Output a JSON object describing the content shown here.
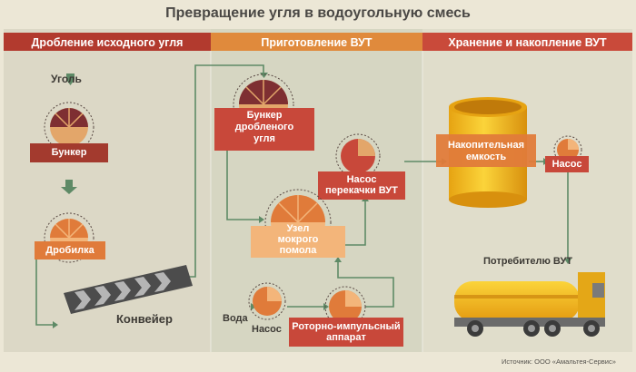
{
  "title": "Превращение угля в водоугольную смесь",
  "sections": [
    {
      "label": "Дробление исходного угля",
      "color": "#b23a2e"
    },
    {
      "label": "Приготовление ВУТ",
      "color": "#e08a3c"
    },
    {
      "label": "Хранение и накопление ВУТ",
      "color": "#c94a3a"
    }
  ],
  "nodes": {
    "coal": "Уголь",
    "bunker": "Бункер",
    "crusher": "Дробилка",
    "conveyor": "Конвейер",
    "crushed_bunker": [
      "Бункер",
      "дробленого",
      "угля"
    ],
    "pump_transfer": [
      "Насос",
      "перекачки ВУТ"
    ],
    "wet_grinding": [
      "Узел",
      "мокрого",
      "помола"
    ],
    "water": "Вода",
    "pump": "Насос",
    "rotor_apparatus": [
      "Роторно-импульсный",
      "аппарат"
    ],
    "storage_tank": [
      "Накопительная",
      "емкость"
    ],
    "pump_storage": "Насос",
    "to_consumer": "Потребителю ВУТ"
  },
  "source": "Источник: ООО «Амальтея-Сервис»",
  "colors": {
    "accent_red": "#b23a2e",
    "accent_orange": "#e08a3c",
    "dark_maroon": "#7e2f32",
    "tank_yellow": "#f6c21a",
    "arrow_green": "#5e8a66"
  }
}
